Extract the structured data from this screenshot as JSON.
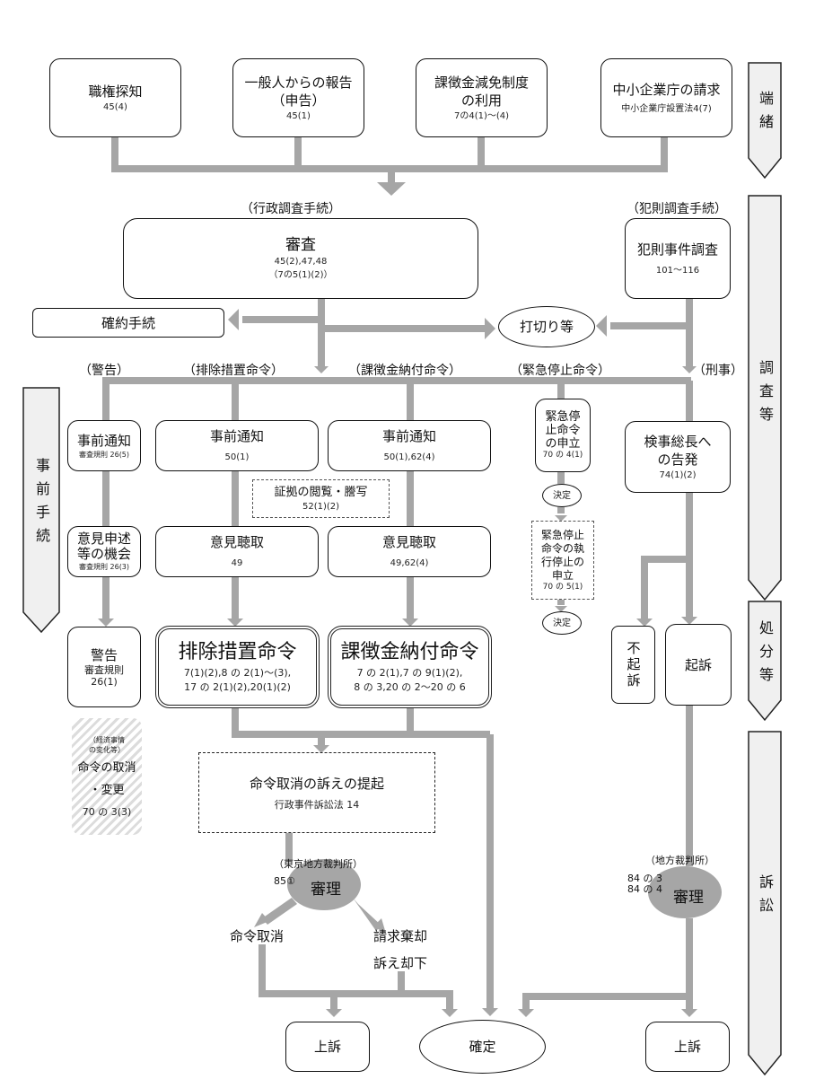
{
  "colors": {
    "connector": "#a6a6a6",
    "stage_fill": "#f0f0f0",
    "court_fill": "#a6a6a6",
    "border": "#111111"
  },
  "stages": [
    {
      "id": "tansho",
      "label": "端緒"
    },
    {
      "id": "chousa",
      "label": "調査等"
    },
    {
      "id": "jizen",
      "label": "事前手続"
    },
    {
      "id": "shobun",
      "label": "処分等"
    },
    {
      "id": "soshou",
      "label": "訴訟"
    }
  ],
  "triggers": [
    {
      "title": "職権探知",
      "ref": "45(4)"
    },
    {
      "title": "一般人からの報告",
      "title2": "（申告）",
      "ref": "45(1)"
    },
    {
      "title": "課徴金減免制度",
      "title2": "の利用",
      "ref": "7の4(1)～(4)"
    },
    {
      "title": "中小企業庁の請求",
      "ref": "中小企業庁設置法4(7)"
    }
  ],
  "admin_investigation": {
    "header": "（行政調査手続）",
    "title": "審査",
    "ref1": "45(2),47,48",
    "ref2": "（7の5(1)(2)）"
  },
  "criminal_investigation": {
    "header": "（犯則調査手続）",
    "title": "犯則事件調査",
    "ref": "101～116"
  },
  "commitment": {
    "label": "確約手続"
  },
  "termination": {
    "label": "打切り等"
  },
  "branches": {
    "warning": "（警告）",
    "cease": "（排除措置命令）",
    "surcharge": "（課徴金納付命令）",
    "emergency": "（緊急停止命令）",
    "criminal": "（刑事）"
  },
  "warning_path": {
    "notice": {
      "title": "事前通知",
      "ref": "審査規則 26(5)"
    },
    "opinion": {
      "title1": "意見申述",
      "title2": "等の機会",
      "ref": "審査規則 26(3)"
    },
    "result": {
      "title": "警告",
      "ref1": "審査規則",
      "ref2": "26(1)"
    },
    "revocation": {
      "note1": "（経済事情",
      "note2": "の変化等）",
      "title1": "命令の取消",
      "title2": "・変更",
      "ref": "70 の 3(3)"
    }
  },
  "cease_path": {
    "notice": {
      "title": "事前通知",
      "ref": "50(1)"
    },
    "evidence": {
      "title": "証拠の閲覧・謄写",
      "ref": "52(1)(2)"
    },
    "hearing": {
      "title": "意見聴取",
      "ref": "49"
    },
    "order": {
      "title": "排除措置命令",
      "ref1": "7(1)(2),8 の 2(1)～(3),",
      "ref2": "17 の 2(1)(2),20(1)(2)"
    }
  },
  "surcharge_path": {
    "notice": {
      "title": "事前通知",
      "ref": "50(1),62(4)"
    },
    "hearing": {
      "title": "意見聴取",
      "ref": "49,62(4)"
    },
    "order": {
      "title": "課徴金納付命令",
      "ref1": "7 の 2(1),7 の 9(1)(2),",
      "ref2": "8 の 3,20 の 2～20 の 6"
    }
  },
  "emergency_path": {
    "petition": {
      "l1": "緊急停",
      "l2": "止命令",
      "l3": "の申立",
      "ref": "70 の 4(1)"
    },
    "decision1": "決定",
    "stay": {
      "l1": "緊急停止",
      "l2": "命令の執",
      "l3": "行停止の",
      "l4": "申立",
      "ref": "70 の 5(1)"
    },
    "decision2": "決定"
  },
  "criminal_path": {
    "accusation": {
      "l1": "検事総長へ",
      "l2": "の告発",
      "ref": "74(1)(2)"
    },
    "no_prosecution": "不起訴",
    "prosecution": "起訴",
    "court": "（地方裁判所）",
    "court_ref1": "84 の 3",
    "court_ref2": "84 の 4",
    "trial": "審理",
    "appeal": "上訴"
  },
  "litigation": {
    "suit": {
      "title": "命令取消の訴えの提起",
      "ref": "行政事件訴訟法 14"
    },
    "court": "（東京地方裁判所）",
    "court_ref": "85①",
    "trial": "審理",
    "revoked": "命令取消",
    "dismissed1": "請求棄却",
    "dismissed2": "訴え却下",
    "appeal": "上訴",
    "final": "確定"
  }
}
